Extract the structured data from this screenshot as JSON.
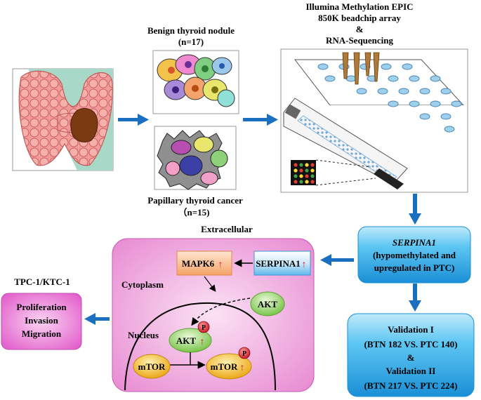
{
  "diagram": {
    "header_illumina": [
      "Illumina Methylation EPIC",
      "850K beadchip array",
      "&",
      "RNA-Sequencing"
    ],
    "benign_label": [
      "Benign thyroid nodule",
      "(n=17)"
    ],
    "ptc_label": [
      "Papillary thyroid cancer",
      "（n=15)"
    ],
    "serpina1_box": {
      "gene": "SERPINA1",
      "lines": [
        "(hypomethylated and",
        "upregulated in PTC)"
      ]
    },
    "validation_box": {
      "lines": [
        "Validation I",
        "(BTN 182 VS. PTC 140)",
        "&",
        "Validation II",
        "(BTN 217 VS. PTC 224)"
      ]
    },
    "extracellular_label": "Extracellular",
    "cytoplasm_label": "Cytoplasm",
    "nucleus_label": "Nucleus",
    "cell_line_label": "TPC-1/KTC-1",
    "outcome_box": [
      "Proliferation",
      "Invasion",
      "Migration"
    ],
    "nodes": {
      "mapk6": "MAPK6",
      "serpina1_node": "SERPINA1",
      "akt": "AKT",
      "akt_p": "AKT",
      "mtor": "mTOR",
      "mtor_p": "mTOR",
      "phospho": "P",
      "up_arrow": "↑"
    },
    "colors": {
      "flow_arrow": "#1a6fc0",
      "blue_box": "#2aa8e6",
      "cell_fill": "#ee9bd9",
      "outcome_fill": "#f06bd8",
      "green_node": "#8cd162",
      "yellow_node": "#f0b91c",
      "mapk6_fill": "#f9b67e",
      "phospho_red": "#d7182a"
    }
  }
}
